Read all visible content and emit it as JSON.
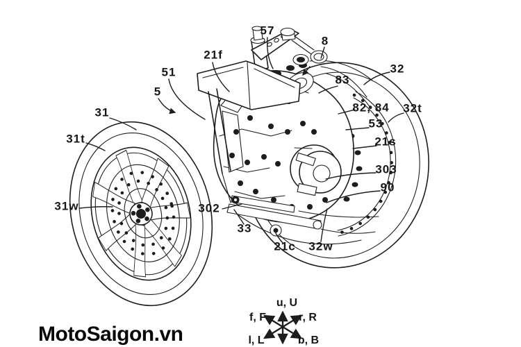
{
  "page": {
    "background_color": "#ffffff",
    "ink_color": "#1d1d1d"
  },
  "watermark": {
    "text": "MotoSaigon.vn"
  },
  "figure": {
    "kind": "patent-line-drawing",
    "part_labels": [
      {
        "id": "57",
        "text": "57"
      },
      {
        "id": "8",
        "text": "8"
      },
      {
        "id": "21f",
        "text": "21f"
      },
      {
        "id": "51",
        "text": "51"
      },
      {
        "id": "5",
        "text": "5"
      },
      {
        "id": "83",
        "text": "83"
      },
      {
        "id": "32",
        "text": "32"
      },
      {
        "id": "31",
        "text": "31"
      },
      {
        "id": "31t",
        "text": "31t"
      },
      {
        "id": "82-84",
        "text": "82, 84"
      },
      {
        "id": "32t",
        "text": "32t"
      },
      {
        "id": "53",
        "text": "53"
      },
      {
        "id": "21s",
        "text": "21s"
      },
      {
        "id": "303",
        "text": "303"
      },
      {
        "id": "90",
        "text": "90"
      },
      {
        "id": "31w",
        "text": "31w"
      },
      {
        "id": "302",
        "text": "302"
      },
      {
        "id": "33",
        "text": "33"
      },
      {
        "id": "21c",
        "text": "21c"
      },
      {
        "id": "32w",
        "text": "32w"
      }
    ],
    "axis_legend": {
      "up": "u, U",
      "front": "f, F",
      "right": "r, R",
      "left": "l, L",
      "back": "b, B"
    }
  }
}
